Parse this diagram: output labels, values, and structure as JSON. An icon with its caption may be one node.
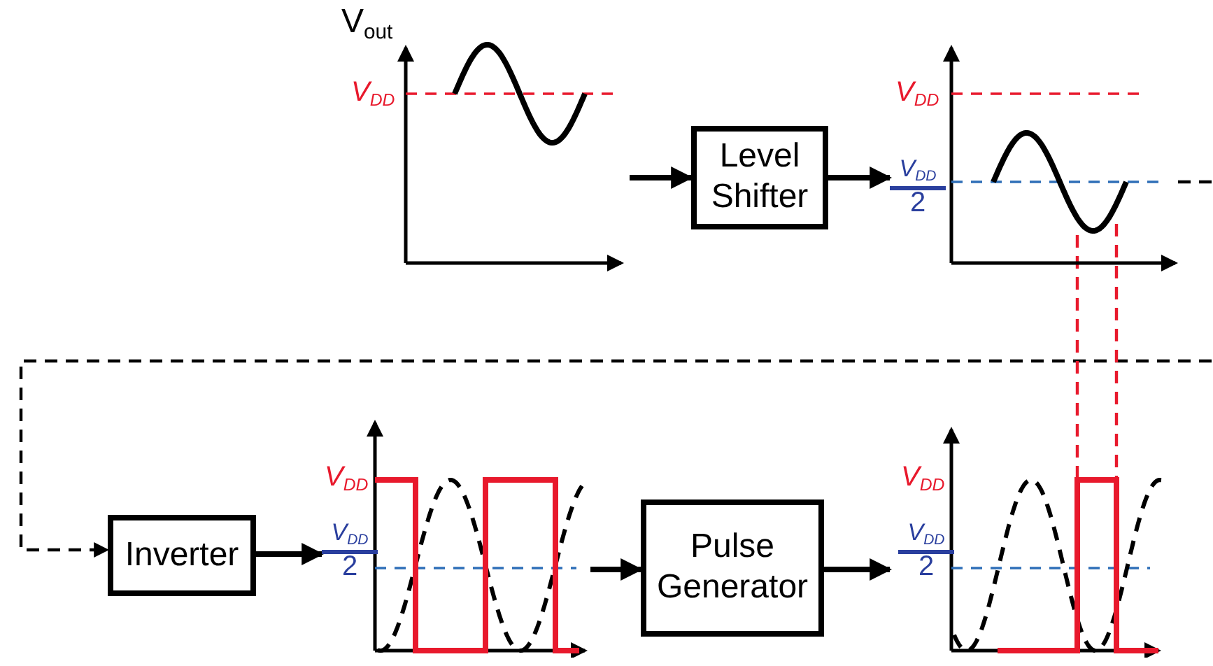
{
  "diagram": {
    "nodes": [
      {
        "text": [],
        "shape": "picture"
      },
      {
        "text": [
          "Level Shifter"
        ]
      },
      {
        "text": [],
        "shape": "picture"
      },
      {
        "text": [
          "Inverter"
        ]
      },
      {
        "text": [],
        "shape": "picture"
      },
      {
        "text": [
          "Pulse Generator"
        ]
      },
      {
        "text": [],
        "shape": "picture"
      }
    ],
    "edges": [
      {
        "from": 0,
        "to": 1,
        "arrow": "to"
      },
      {
        "from": 1,
        "to": 2,
        "arrow": "to"
      },
      {
        "from": 2,
        "to": 3,
        "arrow": "to",
        "style": "dashed"
      },
      {
        "from": 3,
        "to": 4,
        "arrow": "to"
      },
      {
        "from": 4,
        "to": 5,
        "arrow": "to"
      },
      {
        "from": 5,
        "to": 6,
        "arrow": "to"
      },
      {
        "from": 2,
        "to": 6,
        "arrow": "none",
        "style": "dashed",
        "color": "#e8192c"
      },
      {
        "from": 2,
        "to": 6,
        "arrow": "none",
        "style": "dashed",
        "color": "#e8192c"
      }
    ],
    "labels": [
      "V$_{out}$",
      "V$_{DD}$",
      "V$_{DD}$",
      "V$_{DD}$",
      "2",
      "V$_{DD}$",
      "V$_{DD}$",
      "2",
      "V$_{DD}$",
      "V$_{DD}$",
      "2"
    ]
  }
}
